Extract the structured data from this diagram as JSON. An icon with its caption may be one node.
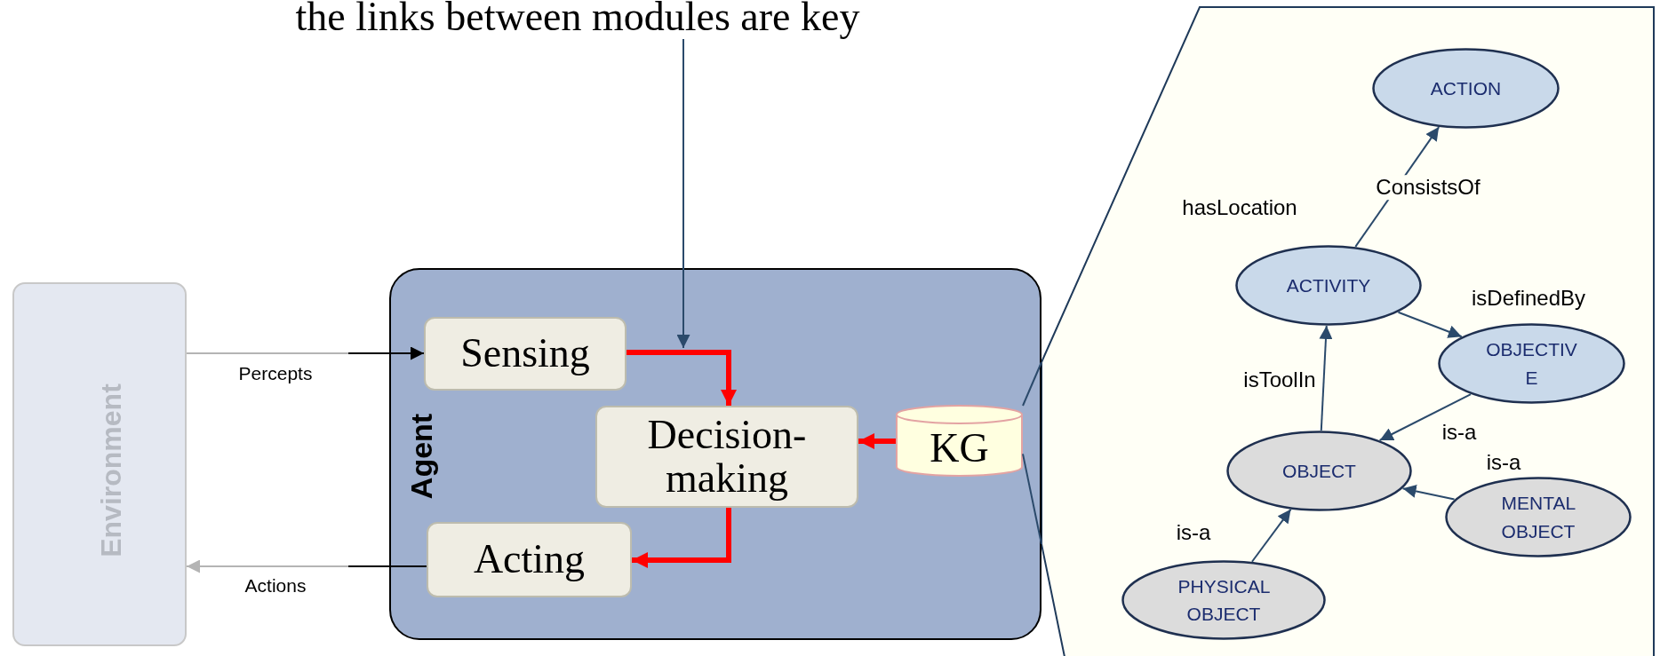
{
  "diagram": {
    "nodes": [
      {
        "text": [
          "the links between modules are key"
        ]
      },
      {
        "text": [
          "Environment"
        ]
      },
      {
        "text": [
          "Agent"
        ]
      },
      {
        "text": [
          "Sensing"
        ],
        "in": 2
      },
      {
        "text": [
          "Decision- making"
        ],
        "in": 2
      },
      {
        "text": [
          "Acting"
        ],
        "in": 2
      },
      {
        "text": [
          "KG"
        ],
        "in": 2
      },
      {
        "text": [],
        "shape": "box"
      },
      {
        "text": [
          "ACTION"
        ],
        "in": 7
      },
      {
        "text": [
          "ACTIVITY"
        ],
        "in": 7
      },
      {
        "text": [
          "OBJECTIV E"
        ],
        "in": 7
      },
      {
        "text": [
          "OBJECT"
        ],
        "in": 7
      },
      {
        "text": [
          "MENTAL OBJECT"
        ],
        "in": 7
      },
      {
        "text": [
          "PHYSICAL OBJECT"
        ],
        "in": 7
      }
    ],
    "edges": [
      {
        "from": 0,
        "to": null,
        "arrow": "to"
      },
      {
        "from": 1,
        "to": 3,
        "arrow": "to",
        "label": "Percepts",
        "color": "#000000"
      },
      {
        "from": 5,
        "to": 1,
        "arrow": "to",
        "label": "Actions",
        "color": "#000000"
      },
      {
        "from": 3,
        "to": 4,
        "arrow": "to",
        "style": "thick",
        "color": "#ff0000"
      },
      {
        "from": 4,
        "to": 5,
        "arrow": "to",
        "style": "thick",
        "color": "#ff0000"
      },
      {
        "from": 6,
        "to": 4,
        "arrow": "to",
        "style": "thick",
        "color": "#ff0000"
      },
      {
        "from": 9,
        "to": 8,
        "arrow": "to",
        "label": "ConsistsOf"
      },
      {
        "from": 9,
        "to": 10,
        "arrow": "to",
        "label": "isDefinedBy"
      },
      {
        "from": 11,
        "to": 9,
        "arrow": "to",
        "label": "isToolIn"
      },
      {
        "from": 10,
        "to": 11,
        "arrow": "to",
        "label": "is-a"
      },
      {
        "from": 12,
        "to": 11,
        "arrow": "to",
        "label": "is-a"
      },
      {
        "from": 13,
        "to": 11,
        "arrow": "to",
        "label": "is-a"
      },
      {
        "from": 6,
        "to": 7,
        "arrow": "none"
      },
      {
        "from": 6,
        "to": 7,
        "arrow": "none"
      }
    ],
    "labels": [
      "hasLocation"
    ]
  }
}
